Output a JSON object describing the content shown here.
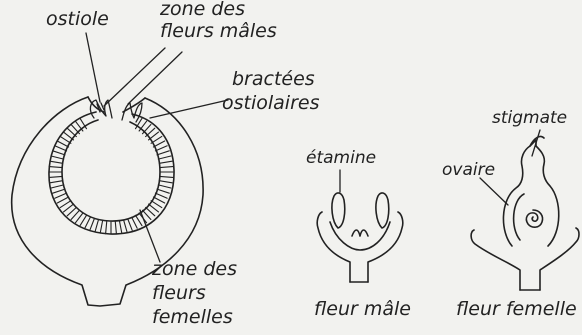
{
  "labels": {
    "ostiole": "ostiole",
    "zone_males_1": "zone des",
    "zone_males_2": "fleurs mâles",
    "bractees_1": "bractées",
    "bractees_2": "ostiolaires",
    "zone_femelles_1": "zone des",
    "zone_femelles_2": "fleurs",
    "zone_femelles_3": "femelles",
    "etamine": "étamine",
    "stigmate": "stigmate",
    "ovaire": "ovaire",
    "fleur_male": "fleur mâle",
    "fleur_femelle": "fleur femelle"
  }
}
